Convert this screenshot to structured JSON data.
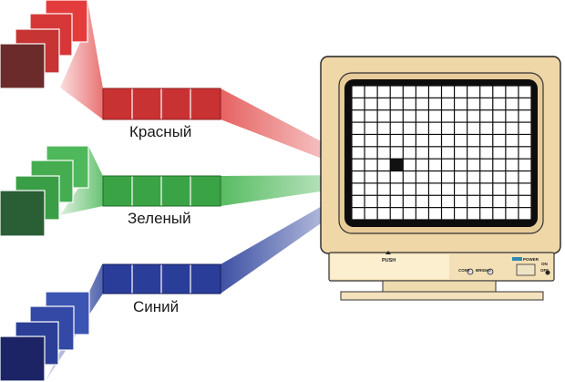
{
  "channels": [
    {
      "id": "red",
      "label": "Красный",
      "color": "#d43a3a",
      "light": "#ef7d7d",
      "dark": "#6b2b2b"
    },
    {
      "id": "green",
      "label": "Зеленый",
      "color": "#3fa84a",
      "light": "#79cf80",
      "dark": "#2a5e35"
    },
    {
      "id": "blue",
      "label": "Синий",
      "color": "#2b3f9c",
      "light": "#6b7fd0",
      "dark": "#1c2466"
    }
  ],
  "monitor": {
    "push_label": "PUSH",
    "cont_label": "CONT",
    "bright_label": "BRIGHT",
    "power_label": "POWER",
    "on_label": "ON",
    "off_label": "OFF",
    "grid_rows": 11,
    "grid_cols": 14,
    "highlight_row": 6,
    "highlight_col": 3
  }
}
